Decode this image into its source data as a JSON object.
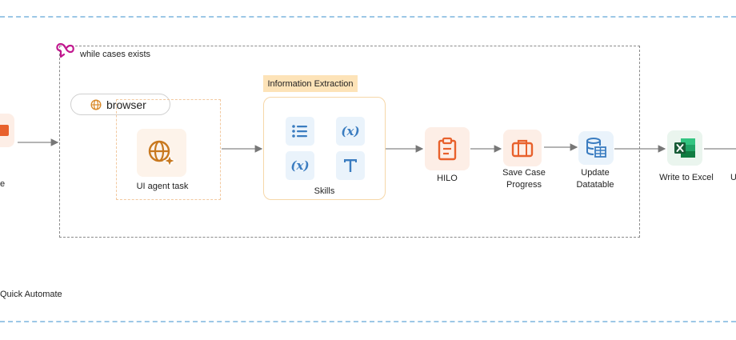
{
  "loop": {
    "label": "while cases exists"
  },
  "browser": {
    "label": "browser"
  },
  "ui_agent": {
    "label": "UI agent task"
  },
  "info_extraction": {
    "label": "Information Extraction"
  },
  "skills": {
    "label": "Skills"
  },
  "hilo": {
    "label": "HILO"
  },
  "save_case": {
    "label_line1": "Save Case",
    "label_line2": "Progress"
  },
  "update_datatable": {
    "label_line1": "Update",
    "label_line2": "Datatable"
  },
  "write_excel": {
    "label": "Write to Excel"
  },
  "left_partial": {
    "label": "e"
  },
  "right_partial": {
    "label": "U"
  },
  "footer": {
    "label": "Quick Automate"
  },
  "colors": {
    "orange": "#e8612c",
    "peach_bg": "#fdf1ea",
    "blue": "#3a7cc0",
    "blue_bg": "#eaf3fb",
    "green": "#1d6f42",
    "magenta": "#c2188f"
  }
}
